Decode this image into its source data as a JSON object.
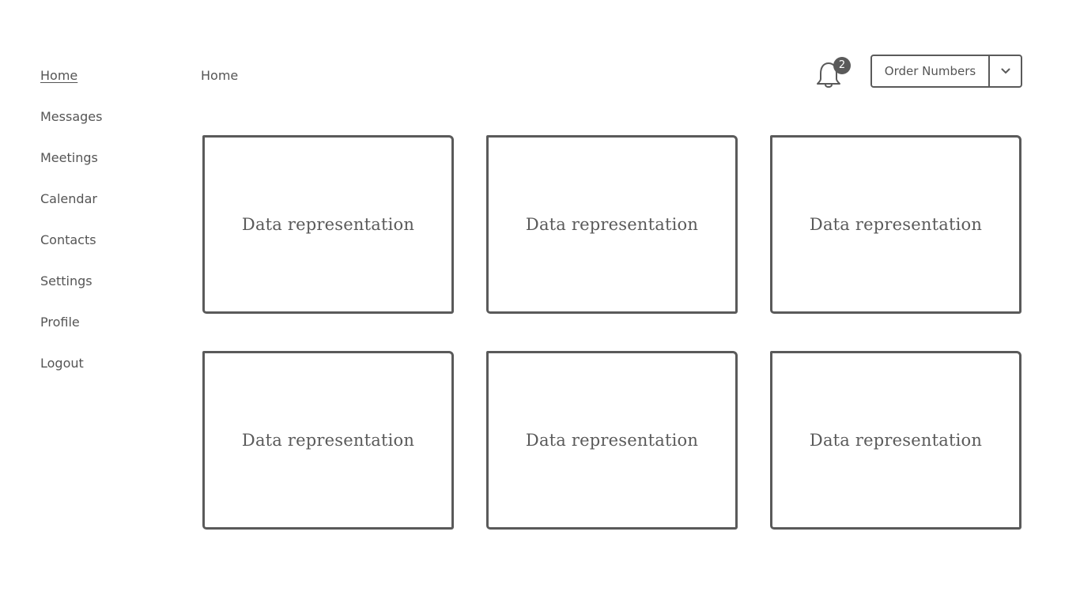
{
  "sidebar": {
    "items": [
      {
        "label": "Home",
        "active": true
      },
      {
        "label": "Messages"
      },
      {
        "label": "Meetings"
      },
      {
        "label": "Calendar"
      },
      {
        "label": "Contacts"
      },
      {
        "label": "Settings"
      },
      {
        "label": "Profile"
      },
      {
        "label": "Logout"
      }
    ]
  },
  "header": {
    "breadcrumb": "Home",
    "notifications": {
      "icon": "bell-icon",
      "count": "2"
    },
    "dropdown": {
      "label": "Order Numbers",
      "icon": "chevron-down-icon"
    }
  },
  "cards": [
    {
      "label": "Data representation"
    },
    {
      "label": "Data representation"
    },
    {
      "label": "Data representation"
    },
    {
      "label": "Data representation"
    },
    {
      "label": "Data representation"
    },
    {
      "label": "Data representation"
    }
  ],
  "colors": {
    "ink": "#5a5a5a",
    "background": "#ffffff"
  }
}
